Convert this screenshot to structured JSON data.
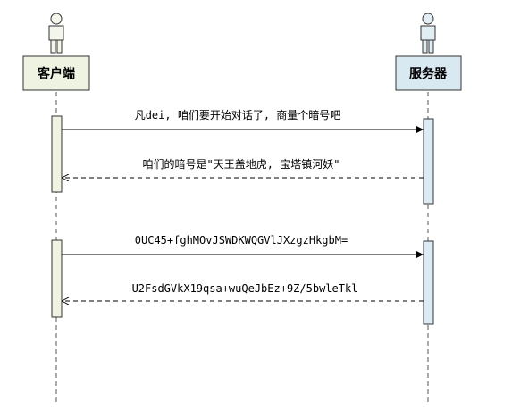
{
  "participants": {
    "client": {
      "label": "客户端",
      "box_fill": "#eef3e2",
      "figure_fill": "#f3f6ea"
    },
    "server": {
      "label": "服务器",
      "box_fill": "#d9e9f2",
      "figure_fill": "#e3eef4"
    }
  },
  "activation_colors": {
    "client": "#eef3e2",
    "server": "#dceaf3"
  },
  "messages": [
    {
      "from": "client",
      "to": "server",
      "style": "solid",
      "text": "凡dei, 咱们要开始对话了, 商量个暗号吧"
    },
    {
      "from": "server",
      "to": "client",
      "style": "dashed",
      "text": "咱们的暗号是\"天王盖地虎, 宝塔镇河妖\""
    },
    {
      "from": "client",
      "to": "server",
      "style": "solid",
      "text": "0UC45+fghMOvJSWDKWQGVlJXzgzHkgbM="
    },
    {
      "from": "server",
      "to": "client",
      "style": "dashed",
      "text": "U2FsdGVkX19qsa+wuQeJbEz+9Z/5bwleTkl"
    }
  ]
}
